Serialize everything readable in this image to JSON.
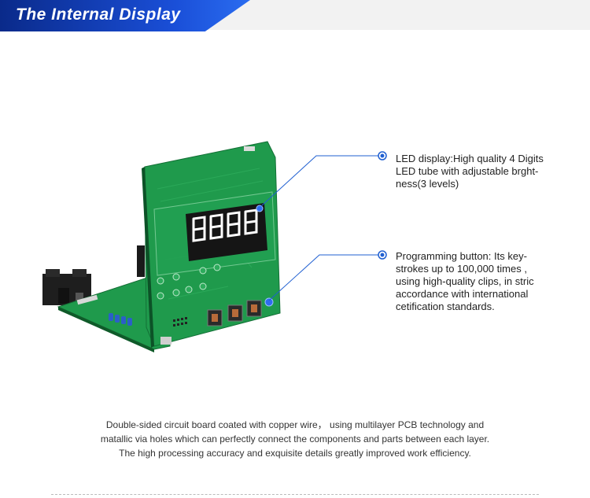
{
  "header": {
    "title": "The Internal Display"
  },
  "callouts": {
    "led_display": {
      "line1": "LED display:High quality 4 Digits",
      "line2": "LED tube with adjustable brght-",
      "line3": "ness(3 levels)"
    },
    "programming_button": {
      "line1": "Programming button:  Its key-",
      "line2": "strokes up to 100,000 times ,",
      "line3": "using high-quality clips, in stric",
      "line4": "accordance with international",
      "line5": "cetification standards."
    }
  },
  "caption": {
    "line1": "Double-sided circuit board coated with copper wire， using multilayer PCB technology and",
    "line2": "matallic via holes which can perfectly connect the components and parts between each layer.",
    "line3": "The high processing accuracy and exquisite details greatly improved work efficiency."
  },
  "colors": {
    "banner": "#1a4fd8",
    "pcb_green": "#1e9a4a",
    "callout_line": "#1f5fd1",
    "led_digit": "#ffffff"
  },
  "icons": {
    "callout_marker": "blue-dot-icon",
    "board": "pcb-board-image"
  }
}
